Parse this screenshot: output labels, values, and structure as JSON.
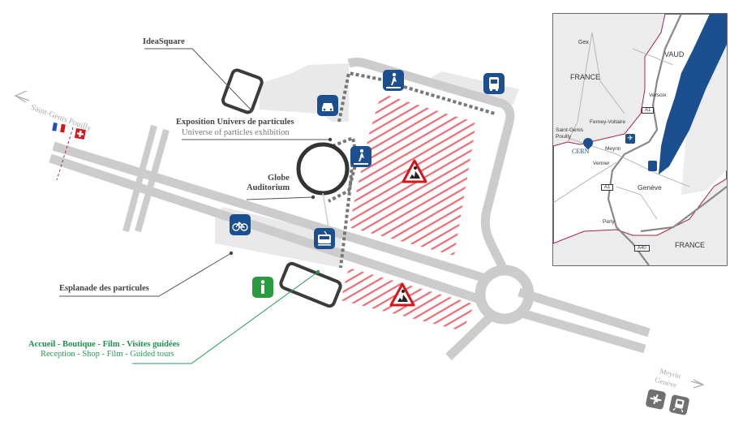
{
  "labels": {
    "ideasquare": "IdeaSquare",
    "exposition_fr": "Exposition Univers de particules",
    "exposition_en": "Universe of particles exhibition",
    "globe_line1": "Globe",
    "globe_line2": "Auditorium",
    "esplanade": "Esplanade des particules",
    "reception_fr": "Accueil - Boutique - Film - Visites guidées",
    "reception_en": "Reception - Shop - Film - Guided tours",
    "direction_left": "Saint-Genis Pouilly",
    "direction_right_line1": "Meyrin",
    "direction_right_line2": "Genève"
  },
  "icons": [
    {
      "name": "car-parking-icon",
      "label": "Parking"
    },
    {
      "name": "pedestrian-crossing-icon",
      "label": "Pedestrian crossing"
    },
    {
      "name": "bus-icon",
      "label": "Bus"
    },
    {
      "name": "bicycle-icon",
      "label": "Bicycle"
    },
    {
      "name": "tram-icon",
      "label": "Tram"
    },
    {
      "name": "info-icon",
      "label": "i"
    },
    {
      "name": "roadworks-icon",
      "label": "Roadworks"
    },
    {
      "name": "airplane-icon",
      "label": "Airport"
    },
    {
      "name": "train-icon",
      "label": "Train"
    }
  ],
  "flags": [
    "France",
    "Switzerland"
  ],
  "inset": {
    "places": [
      "Gex",
      "VAUD",
      "FRANCE",
      "Versoix",
      "Ferney-Voltaire",
      "Saint-Genis Pouilly",
      "Meyrin",
      "Vernier",
      "Genève",
      "Perly",
      "FRANCE"
    ],
    "cern": "CERN",
    "roads": [
      "A1",
      "A1",
      "A40"
    ]
  },
  "colors": {
    "road": "#cccccc",
    "building_area": "#e8e8e8",
    "icon_blue": "#1b4f8f",
    "info_green": "#2a9a3e",
    "reception_green": "#2a9a5a",
    "hatch_red": "#e8616a",
    "lake_blue": "#1b4f8f",
    "border_red": "#a6243c"
  }
}
